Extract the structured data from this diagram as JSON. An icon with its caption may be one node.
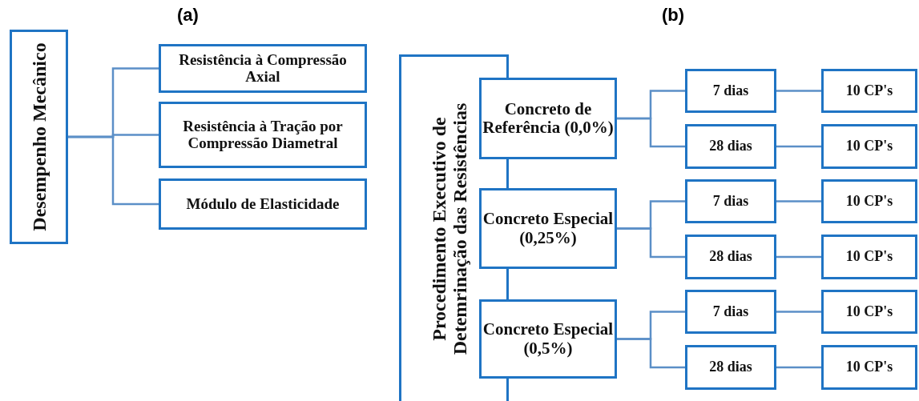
{
  "diagram": {
    "nodes": [
      {
        "text": [
          "Desempenho Mecânico"
        ]
      },
      {
        "text": [
          "Resistência à Compressão Axial"
        ]
      },
      {
        "text": [
          "Resistência à Tração por Compressão Diametral"
        ]
      },
      {
        "text": [
          "Módulo de Elasticidade"
        ]
      },
      {
        "text": [
          "Procedimento Executivo de Detemrinação das Resistências"
        ]
      },
      {
        "text": [
          "Concreto de Referência (0,0%)"
        ]
      },
      {
        "text": [
          "7 dias"
        ]
      },
      {
        "text": [
          "10 CP's"
        ]
      },
      {
        "text": [
          "28 dias"
        ]
      },
      {
        "text": [
          "10 CP's"
        ]
      },
      {
        "text": [
          "Concreto Especial (0,25%)"
        ]
      },
      {
        "text": [
          "7 dias"
        ]
      },
      {
        "text": [
          "10 CP's"
        ]
      },
      {
        "text": [
          "28 dias"
        ]
      },
      {
        "text": [
          "10 CP's"
        ]
      },
      {
        "text": [
          "Concreto Especial (0,5%)"
        ]
      },
      {
        "text": [
          "7 dias"
        ]
      },
      {
        "text": [
          "10 CP's"
        ]
      },
      {
        "text": [
          "28 dias"
        ]
      },
      {
        "text": [
          "10 CP's"
        ]
      }
    ],
    "edges": [
      {
        "from": 0,
        "to": 1,
        "arrow": "none"
      },
      {
        "from": 0,
        "to": 2,
        "arrow": "none"
      },
      {
        "from": 0,
        "to": 3,
        "arrow": "none"
      },
      {
        "from": 5,
        "to": 6,
        "arrow": "none"
      },
      {
        "from": 5,
        "to": 8,
        "arrow": "none"
      },
      {
        "from": 6,
        "to": 7,
        "arrow": "none"
      },
      {
        "from": 8,
        "to": 9,
        "arrow": "none"
      },
      {
        "from": 10,
        "to": 11,
        "arrow": "none"
      },
      {
        "from": 10,
        "to": 13,
        "arrow": "none"
      },
      {
        "from": 11,
        "to": 12,
        "arrow": "none"
      },
      {
        "from": 13,
        "to": 14,
        "arrow": "none"
      },
      {
        "from": 15,
        "to": 16,
        "arrow": "none"
      },
      {
        "from": 15,
        "to": 18,
        "arrow": "none"
      },
      {
        "from": 16,
        "to": 17,
        "arrow": "none"
      },
      {
        "from": 18,
        "to": 19,
        "arrow": "none"
      }
    ],
    "labels": [
      "(a)",
      "(b)"
    ]
  }
}
